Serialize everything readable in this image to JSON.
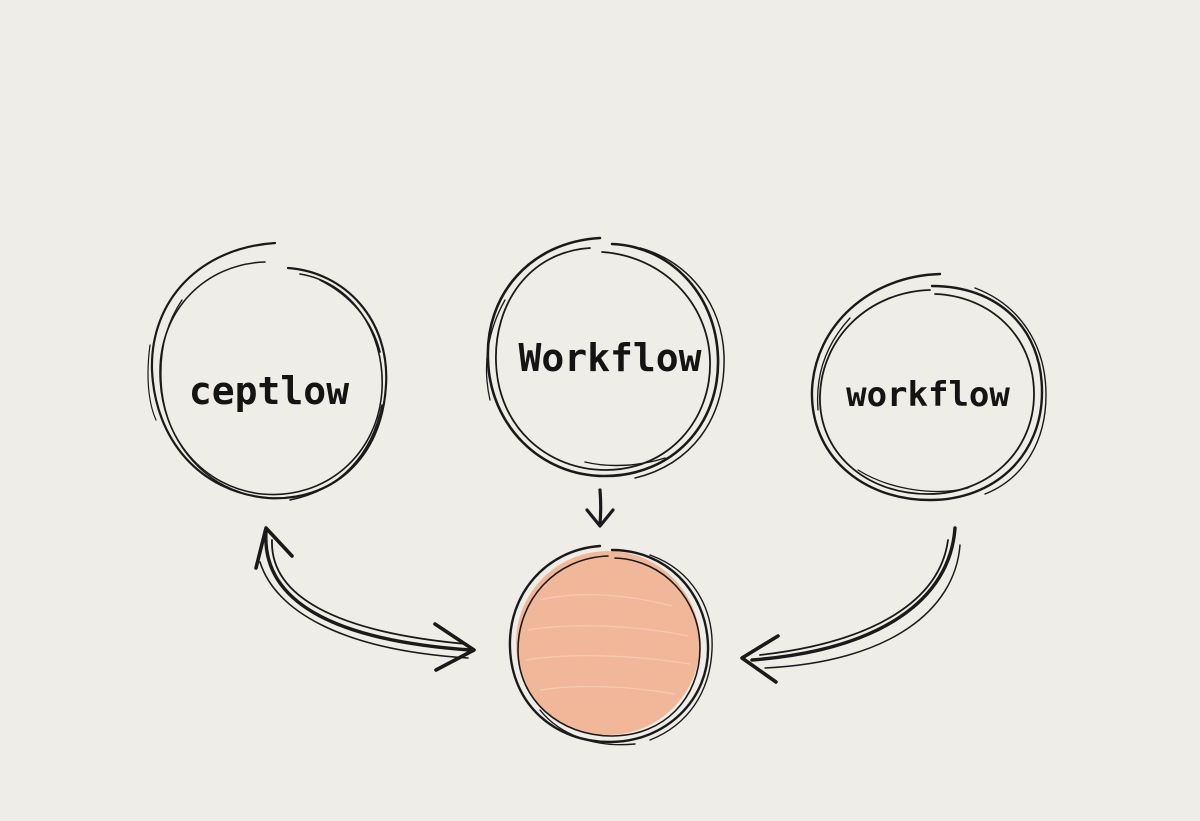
{
  "diagram": {
    "nodes": [
      {
        "id": "left",
        "label": "ceptlow"
      },
      {
        "id": "middle",
        "label": "Workflow"
      },
      {
        "id": "right",
        "label": "workflow"
      },
      {
        "id": "center",
        "label": ""
      }
    ],
    "edges": [
      {
        "from": "left",
        "to": "center",
        "style": "bidirectional"
      },
      {
        "from": "middle",
        "to": "center",
        "style": "arrow"
      },
      {
        "from": "right",
        "to": "center",
        "style": "arrow"
      }
    ],
    "colors": {
      "background": "#efede7",
      "ink": "#1a1a1a",
      "center_fill": "#efb593"
    }
  }
}
